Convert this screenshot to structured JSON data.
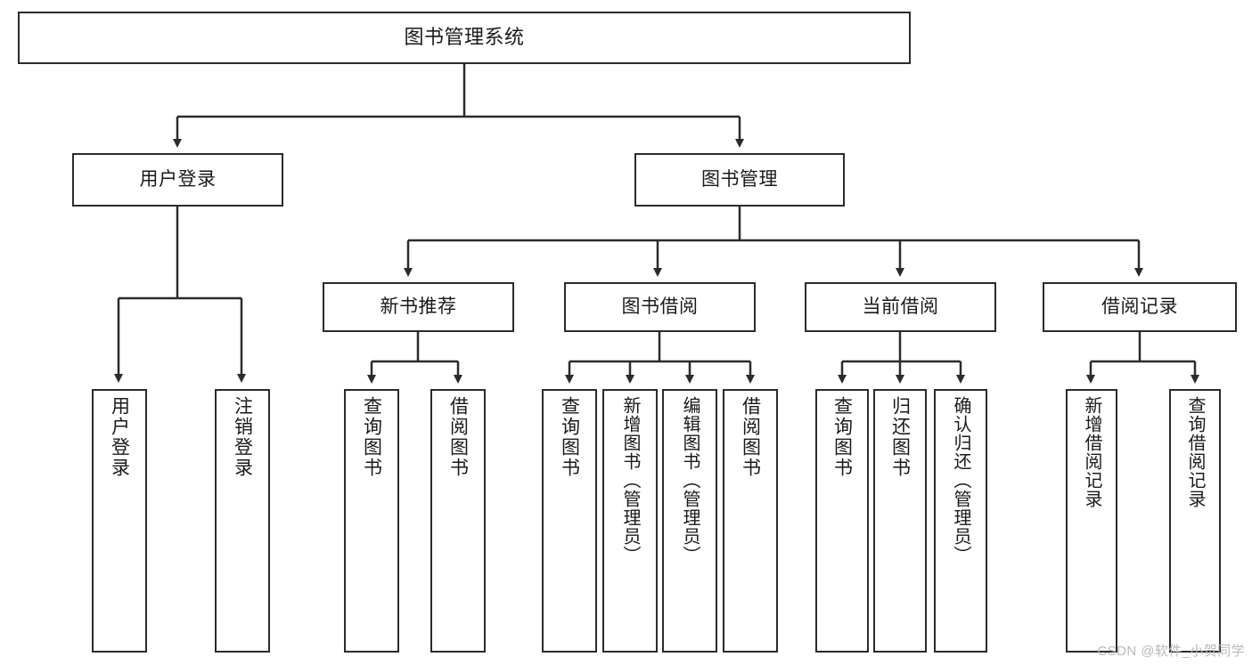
{
  "diagram": {
    "title": "图书管理系统",
    "type": "function-structure-tree",
    "colors": {
      "box_border": "#2b2b2b",
      "box_fill": "#ffffff",
      "edge": "#2b2b2b",
      "text": "#1a1a1a",
      "watermark": "#b9b9b9"
    },
    "nodes": {
      "root": {
        "label": "图书管理系统"
      },
      "level2": [
        {
          "label": "用户登录"
        },
        {
          "label": "图书管理"
        }
      ],
      "level3": [
        {
          "label": "新书推荐"
        },
        {
          "label": "图书借阅"
        },
        {
          "label": "当前借阅"
        },
        {
          "label": "借阅记录"
        }
      ],
      "leaves": {
        "user_login": [
          {
            "label": "用户登录"
          },
          {
            "label": "注销登录"
          }
        ],
        "new_book": [
          {
            "label": "查询图书"
          },
          {
            "label": "借阅图书"
          }
        ],
        "borrow_book": [
          {
            "label": "查询图书"
          },
          {
            "label": "新增图书（管理员）"
          },
          {
            "label": "编辑图书（管理员）"
          },
          {
            "label": "借阅图书"
          }
        ],
        "current_borrow": [
          {
            "label": "查询图书"
          },
          {
            "label": "归还图书"
          },
          {
            "label": "确认归还（管理员）"
          }
        ],
        "borrow_record": [
          {
            "label": "新增借阅记录"
          },
          {
            "label": "查询借阅记录"
          }
        ]
      }
    }
  },
  "watermark": {
    "text": "CSDN @软件_小贺同学"
  }
}
